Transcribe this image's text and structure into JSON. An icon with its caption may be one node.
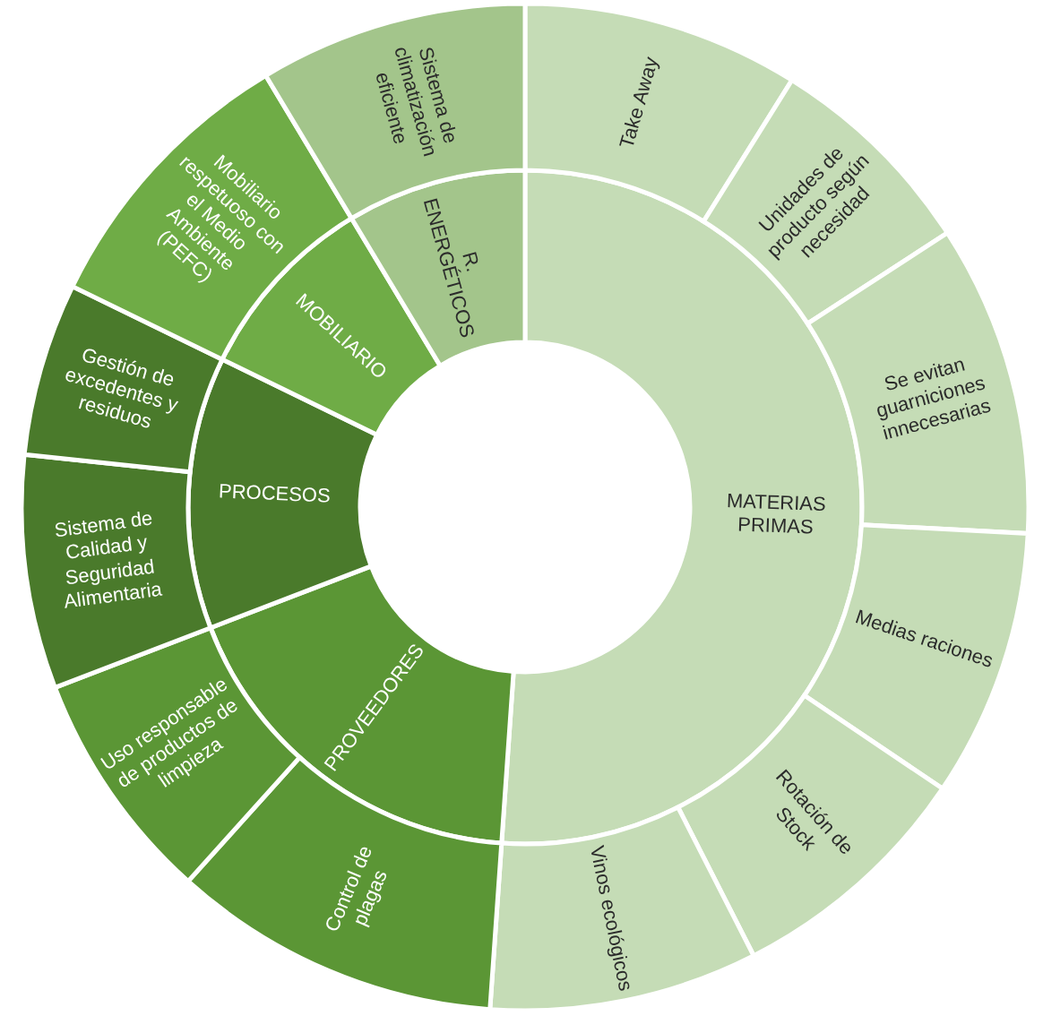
{
  "diagram": {
    "nodes": [
      {
        "text": [
          "MATERIAS PRIMAS"
        ]
      },
      {
        "text": [
          "Take Away"
        ]
      },
      {
        "text": [
          "Unidades de producto según necesidad"
        ]
      },
      {
        "text": [
          "Se evitan guarniciones innecesarias"
        ]
      },
      {
        "text": [
          "Medias raciones"
        ]
      },
      {
        "text": [
          "Rotación de Stock"
        ]
      },
      {
        "text": [
          "Vinos ecológicos"
        ]
      },
      {
        "text": [
          "PROVEEDORES"
        ]
      },
      {
        "text": [
          "Control de plagas"
        ]
      },
      {
        "text": [
          "Uso responsable de productos de limpieza"
        ]
      },
      {
        "text": [
          "PROCESOS"
        ]
      },
      {
        "text": [
          "Sistema de Calidad y Seguridad Alimentaria"
        ]
      },
      {
        "text": [
          "Gestión de excedentes y residuos"
        ]
      },
      {
        "text": [
          "MOBILIARIO"
        ]
      },
      {
        "text": [
          "Mobiliario respetuoso con el Medio Ambiente (PEFC)"
        ]
      },
      {
        "text": [
          "R. ENERGÉTICOS"
        ]
      },
      {
        "text": [
          "Sistema de climatización eficiente"
        ]
      }
    ]
  }
}
